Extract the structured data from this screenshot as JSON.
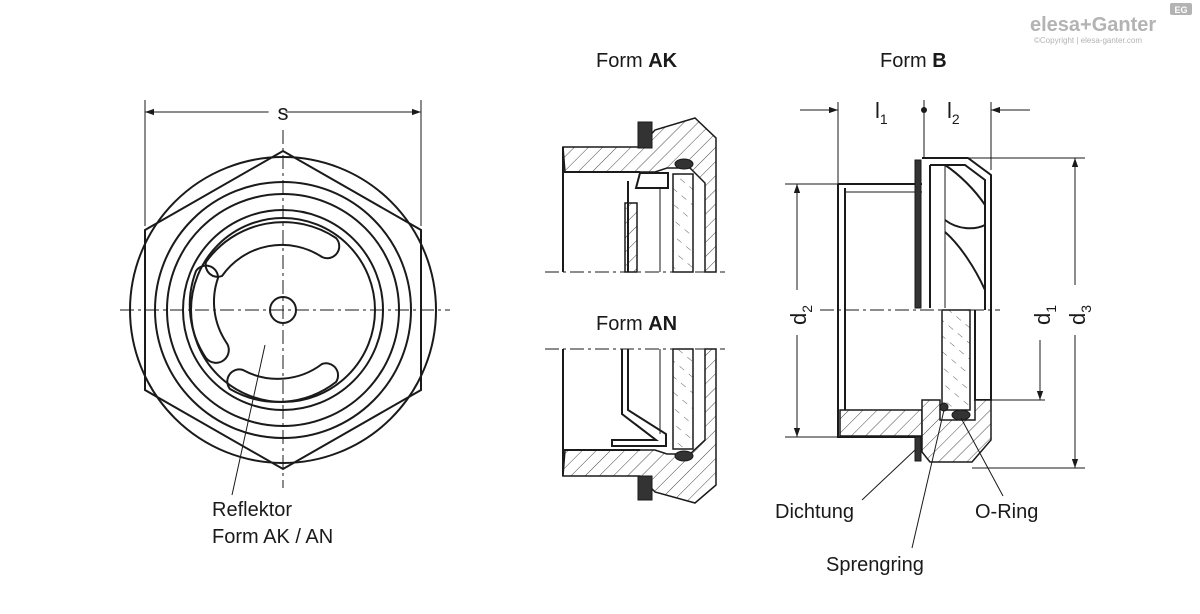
{
  "labels": {
    "form_ak_prefix": "Form ",
    "form_ak_bold": "AK",
    "form_an_prefix": "Form ",
    "form_an_bold": "AN",
    "form_b_prefix": "Form ",
    "form_b_bold": "B",
    "reflektor_line1": "Reflektor",
    "reflektor_line2": "Form AK / AN",
    "dichtung": "Dichtung",
    "sprengring": "Sprengring",
    "o_ring": "O-Ring"
  },
  "dimensions": {
    "s": "s",
    "l1_main": "l",
    "l1_sub": "1",
    "l2_main": "l",
    "l2_sub": "2",
    "d1_main": "d",
    "d1_sub": "1",
    "d2_main": "d",
    "d2_sub": "2",
    "d3_main": "d",
    "d3_sub": "3"
  },
  "brand": {
    "logo": "elesa+Ganter",
    "badge": "EG",
    "copyright": "©Copyright | elesa-ganter.com"
  }
}
